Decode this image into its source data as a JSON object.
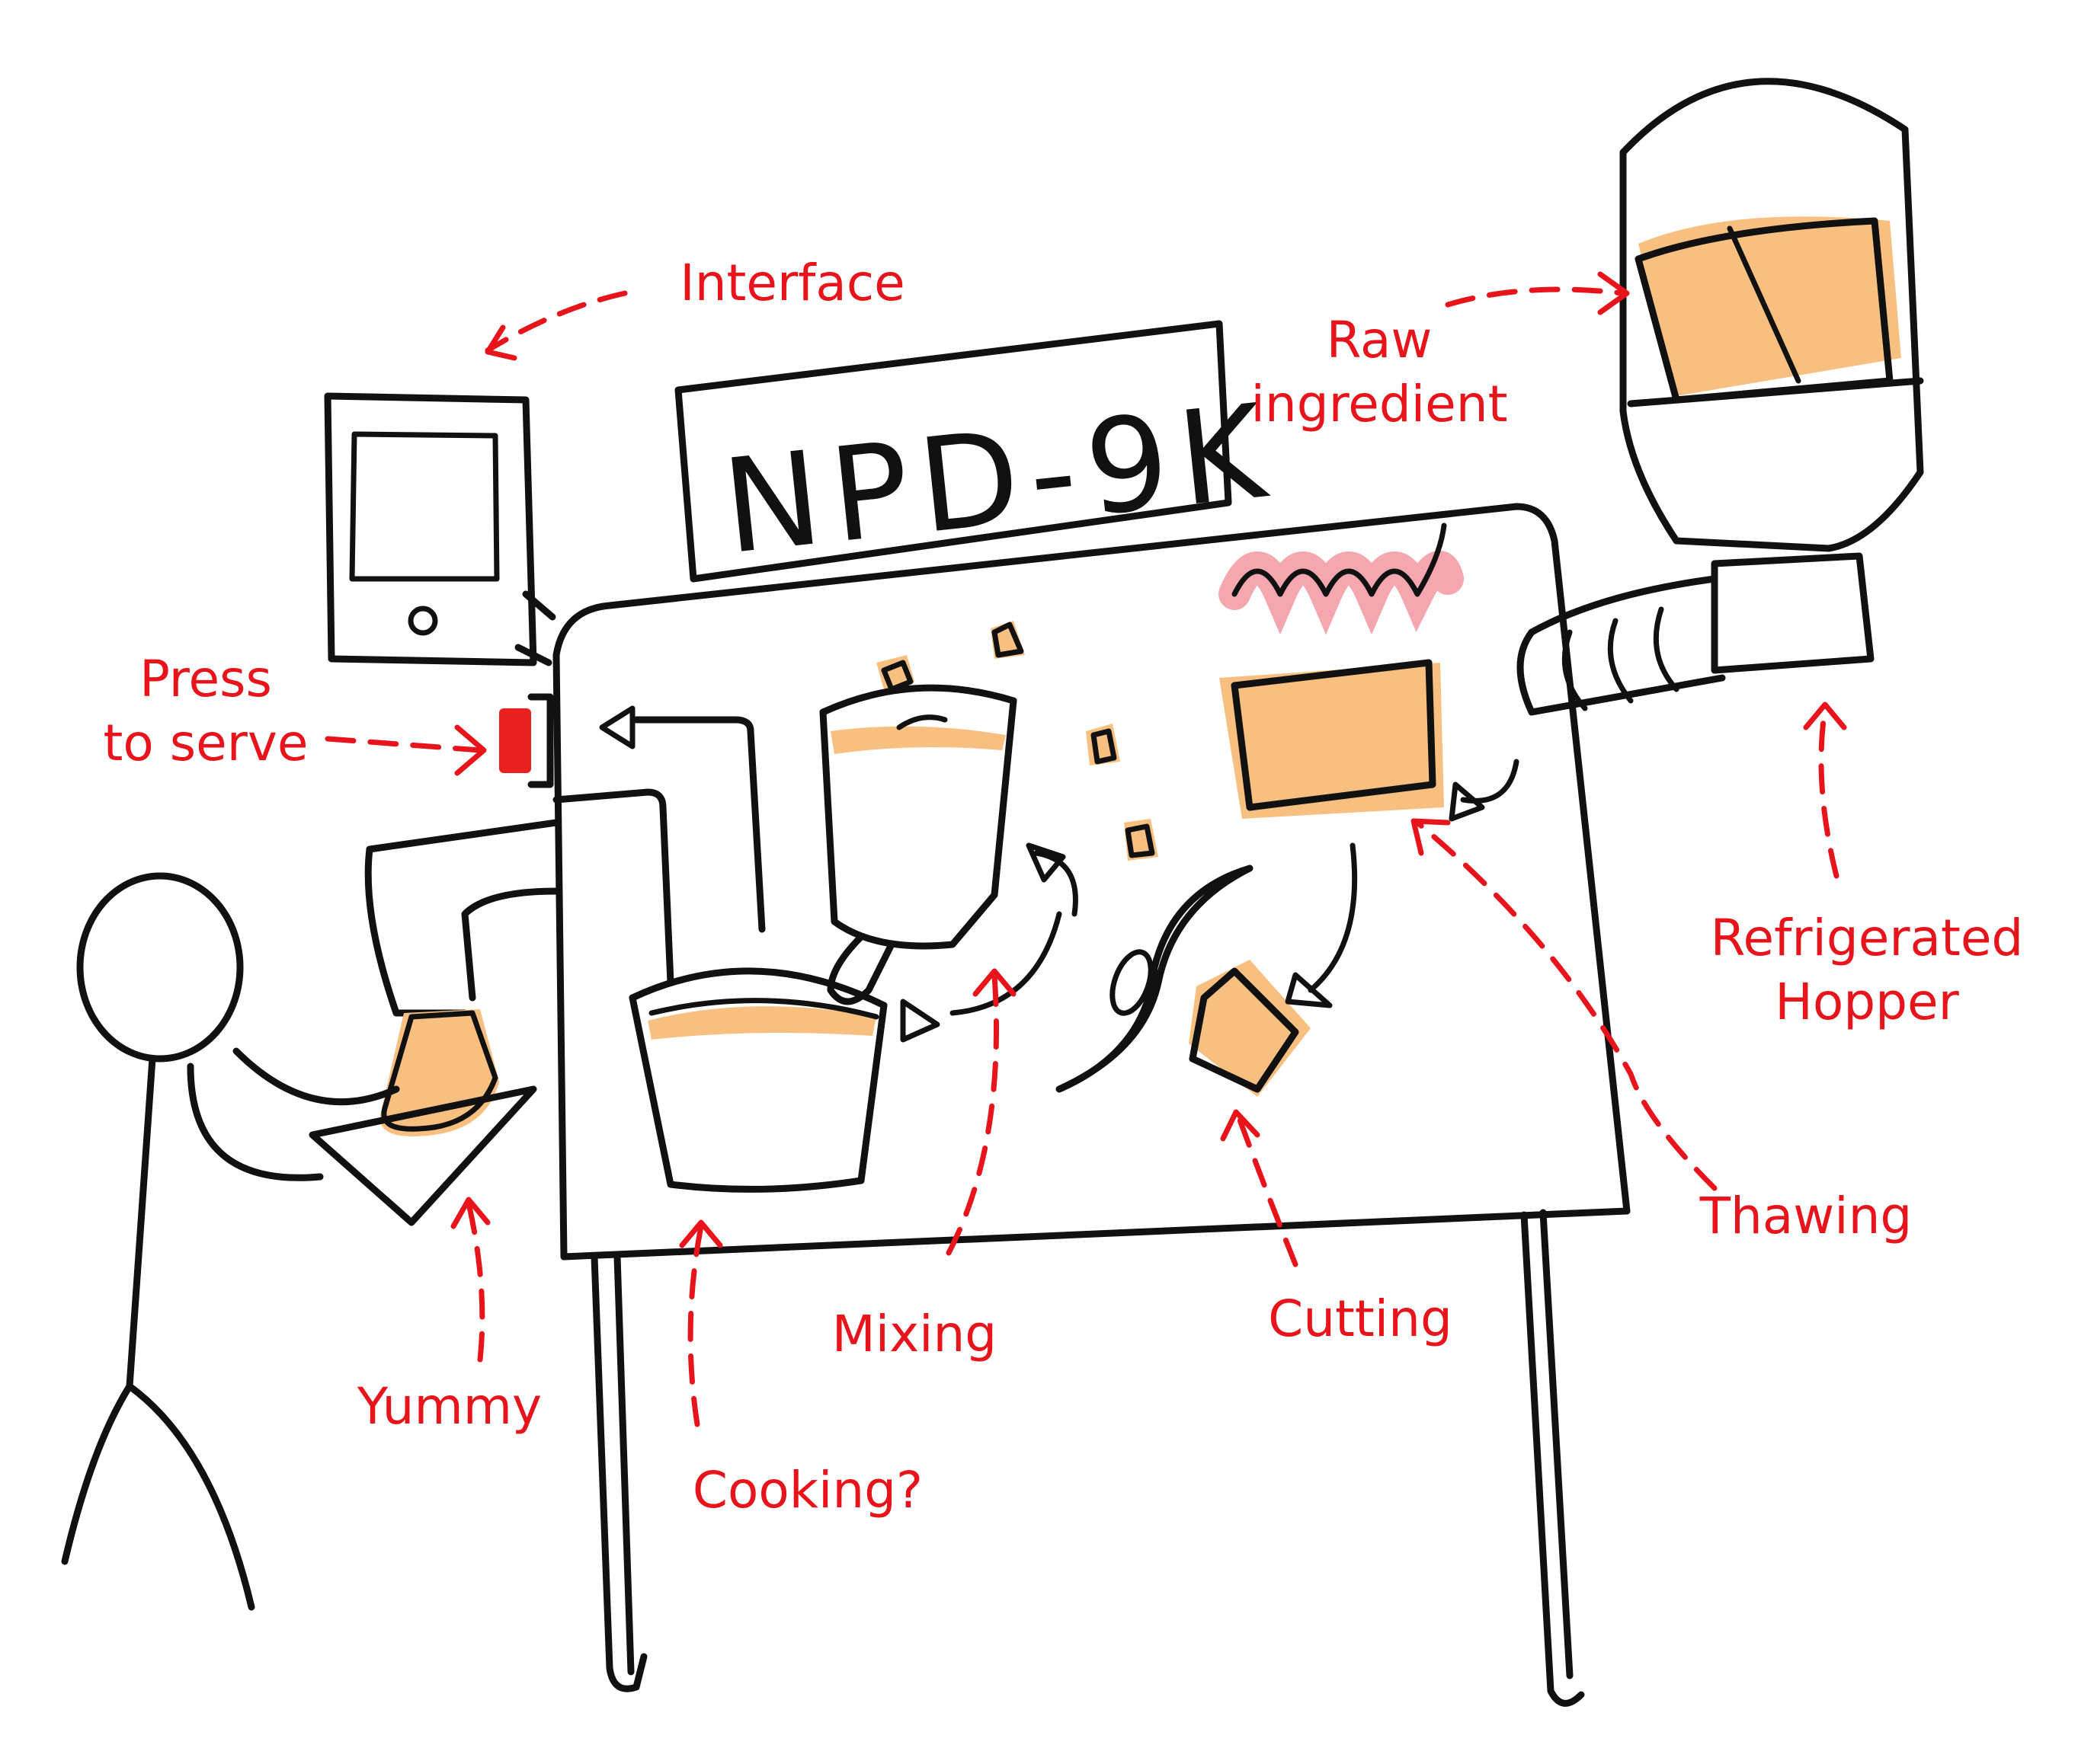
{
  "machine": {
    "name": "NPD-9K"
  },
  "labels": {
    "interface": "Interface",
    "raw_ingredient": "Raw\ningredient",
    "press_to_serve": "Press\nto serve",
    "refrigerated_hopper": "Refrigerated\nHopper",
    "thawing": "Thawing",
    "cutting": "Cutting",
    "mixing": "Mixing",
    "cooking": "Cooking?",
    "yummy": "Yummy"
  },
  "colors": {
    "ink": "#111111",
    "annotation": "#e8141b",
    "food": "#f7c080",
    "button": "#e82020",
    "heat": "#f08a94"
  }
}
